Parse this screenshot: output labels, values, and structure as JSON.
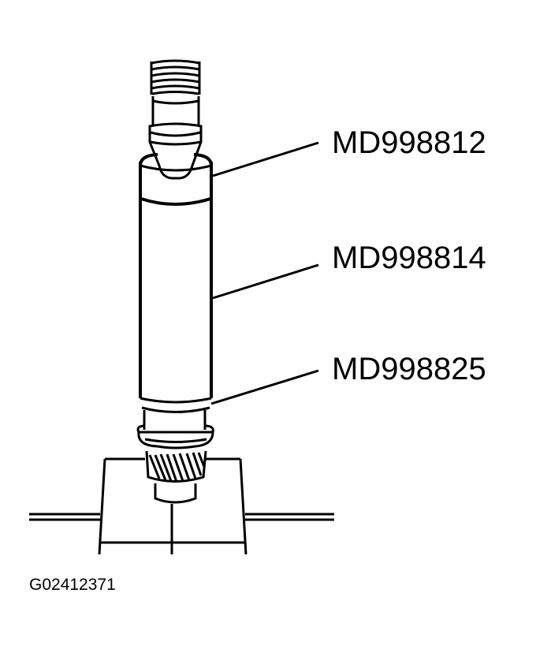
{
  "labels": {
    "upper": "MD998812",
    "middle": "MD998814",
    "lower": "MD998825"
  },
  "caption": "G02412371"
}
